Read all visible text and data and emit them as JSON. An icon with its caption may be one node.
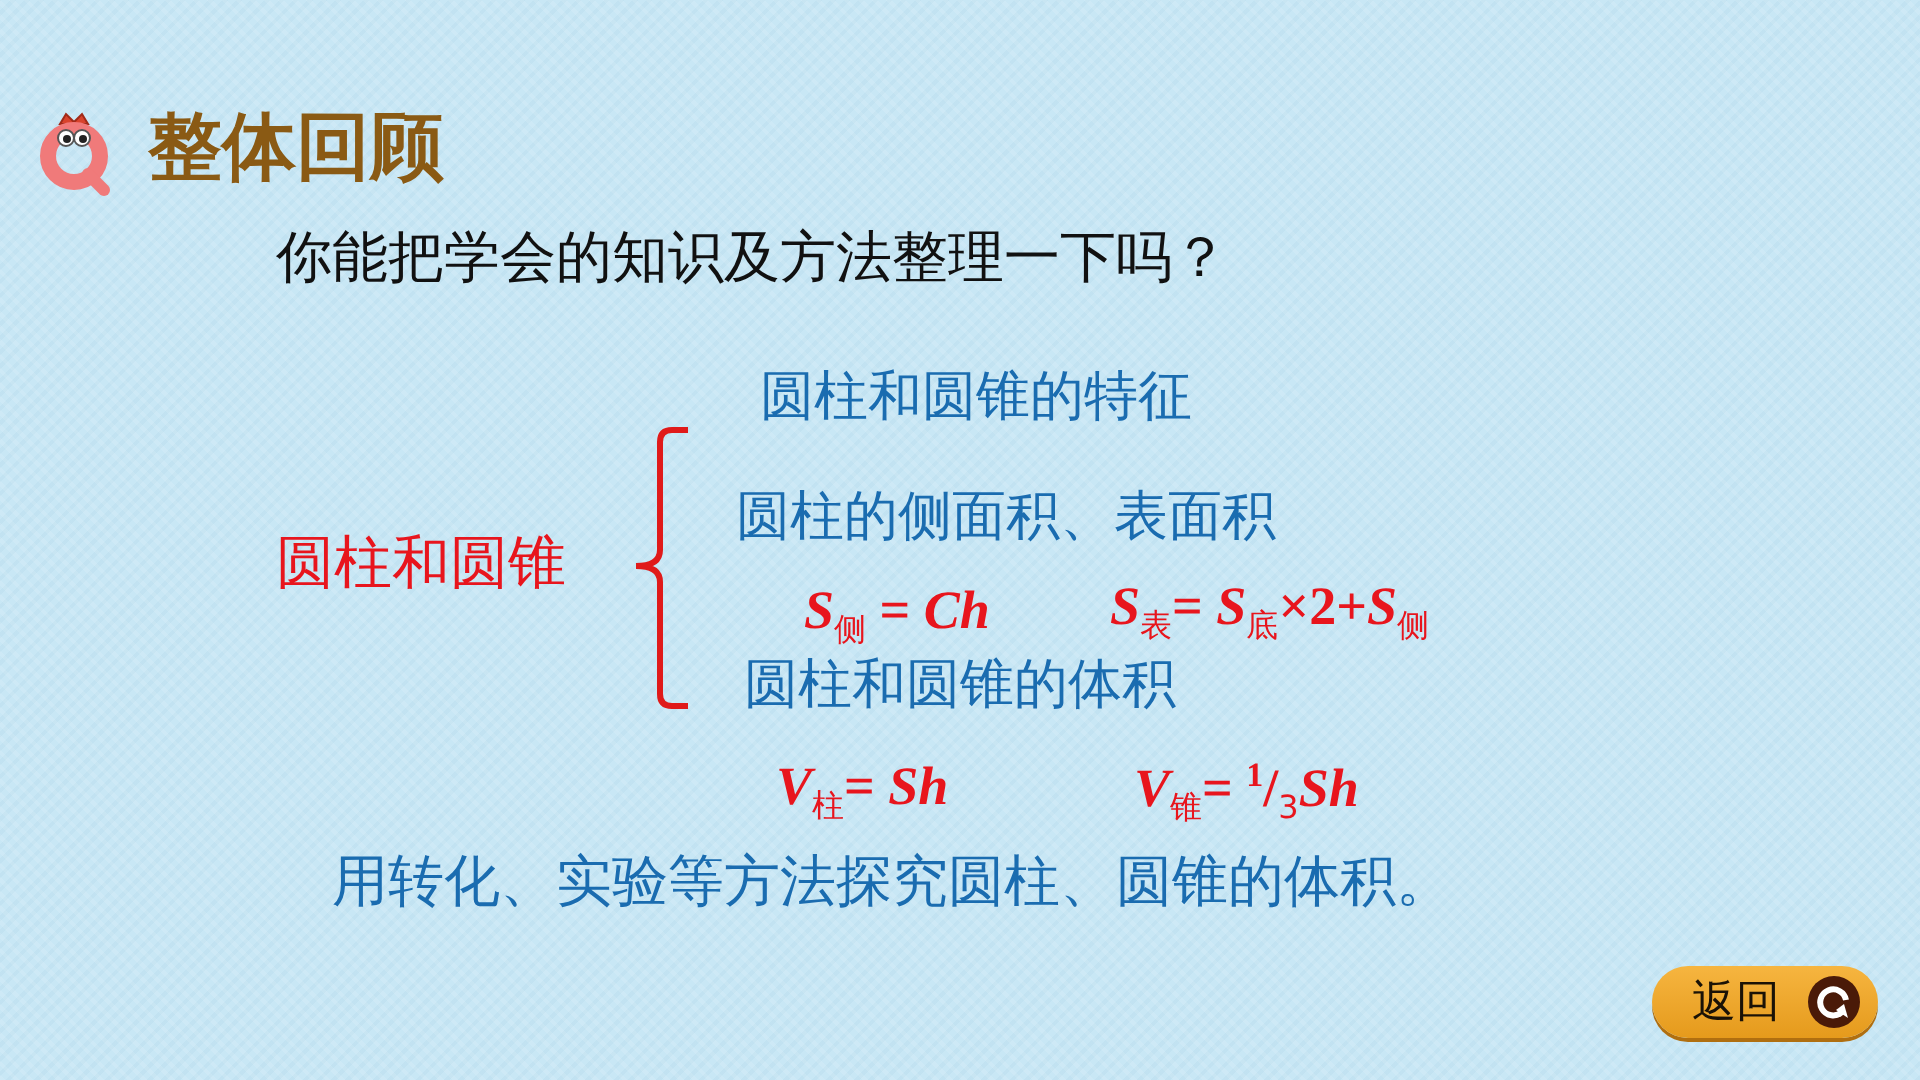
{
  "diagram": {
    "title": "整体回顾",
    "nodes": [
      {
        "text": [
          "返回"
        ]
      }
    ],
    "labels": [
      "你能把学会的知识及方法整理一下吗？",
      "圆柱和圆锥",
      "圆柱和圆锥的特征",
      "圆柱的侧面积、表面积",
      "*S*$_{侧}$ = *Ch*",
      "*S*$_{表}$= *S*$_{底}$×2+*S*$_{侧}$",
      "圆柱和圆锥的体积",
      "*V*$_{柱}$= *Sh*",
      "*V*$_{锥}$= $^{1}$/$_{3}$*Sh*",
      "用转化、实验等方法探究圆柱、圆锥的体积。"
    ]
  }
}
